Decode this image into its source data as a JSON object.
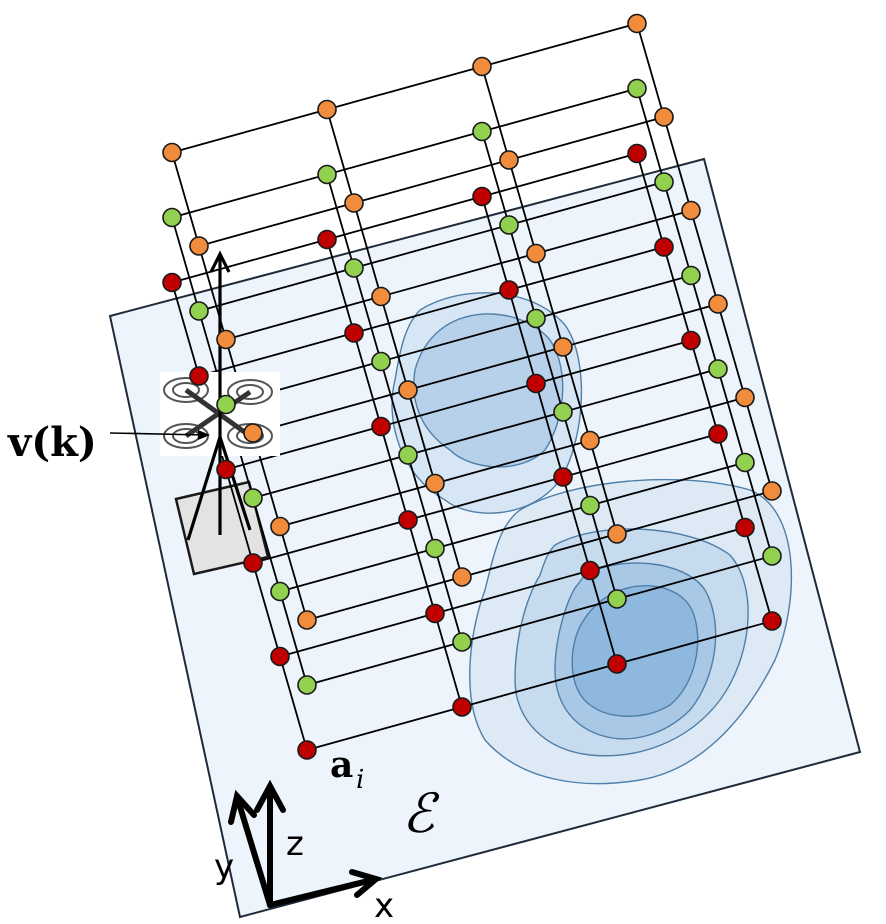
{
  "labels": {
    "viewpoint": "v(k)",
    "anchor": "a",
    "anchor_sub": "i",
    "environment": "ℰ",
    "axis_x": "x",
    "axis_y": "y",
    "axis_z": "z"
  },
  "colors": {
    "plane_fill": "#eef4fb",
    "plane_stroke": "#1d2b3a",
    "grid_line": "#000000",
    "node_red": "#c00000",
    "node_green": "#92d050",
    "node_orange": "#f08c3c",
    "node_stroke": "#1a1a1a",
    "density_light": "#d7e6f4",
    "density_mid": "#b8d1ea",
    "density_dark": "#94bde2",
    "contour_stroke": "#4f7fa8",
    "box_fill": "#e3e3e3"
  },
  "icons": {
    "drone": "quadcopter-icon",
    "sensor": "sensor-box-icon"
  },
  "grid": {
    "columns": 4,
    "rows_per_layer": 6,
    "layers": [
      "red",
      "green",
      "orange"
    ]
  }
}
